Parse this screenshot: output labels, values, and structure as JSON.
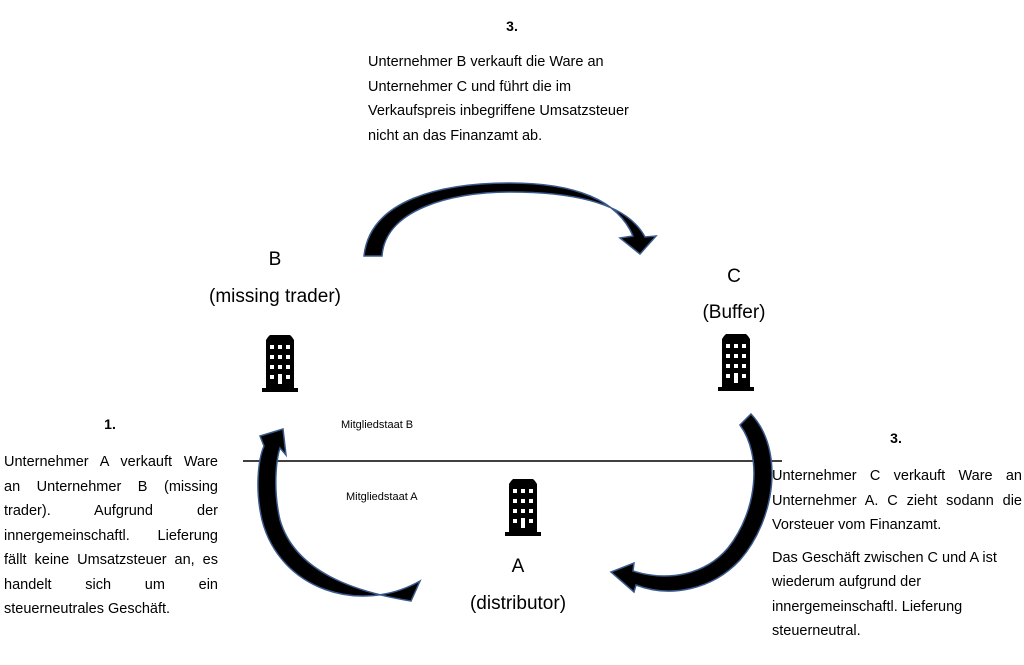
{
  "steps": {
    "top": {
      "number": "3.",
      "lines": [
        "Unternehmer B verkauft die Ware an",
        "Unternehmer C und führt die im",
        "Verkaufspreis inbegriffene Umsatzsteuer",
        "nicht an das Finanzamt ab."
      ]
    },
    "left": {
      "number": "1.",
      "lines": [
        "Unternehmer A verkauft Ware",
        "an Unternehmer B (missing",
        "trader). Aufgrund der",
        "innergemeinschaftl. Lieferung",
        "fällt keine Umsatzsteuer an, es",
        "handelt sich um ein",
        "steuerneutrales Geschäft."
      ]
    },
    "right": {
      "number": "3.",
      "lines_justified": [
        "Unternehmer C verkauft Ware an",
        "Unternehmer A. C zieht sodann die"
      ],
      "line_3": "Vorsteuer vom Finanzamt.",
      "paragraph_2": [
        "Das Geschäft zwischen C und A ist",
        "wiederum aufgrund der",
        "innergemeinschaftl. Lieferung",
        "steuerneutral."
      ]
    }
  },
  "entities": {
    "b": {
      "letter": "B",
      "role": "(missing trader)",
      "icon": "building-icon"
    },
    "c": {
      "letter": "C",
      "role": "(Buffer)",
      "icon": "building-icon"
    },
    "a": {
      "letter": "A",
      "role": "(distributor)",
      "icon": "building-icon"
    }
  },
  "states": {
    "upper": "Mitgliedstaat B",
    "lower": "Mitgliedstaat A"
  },
  "arrows": [
    {
      "from": "A",
      "to": "B",
      "label_ref": "1."
    },
    {
      "from": "B",
      "to": "C",
      "label_ref": "3."
    },
    {
      "from": "C",
      "to": "A",
      "label_ref": "3."
    }
  ],
  "colors": {
    "arrow_fill": "#000000",
    "arrow_outline": "#3a5a8c",
    "text": "#000000",
    "background": "#ffffff"
  }
}
